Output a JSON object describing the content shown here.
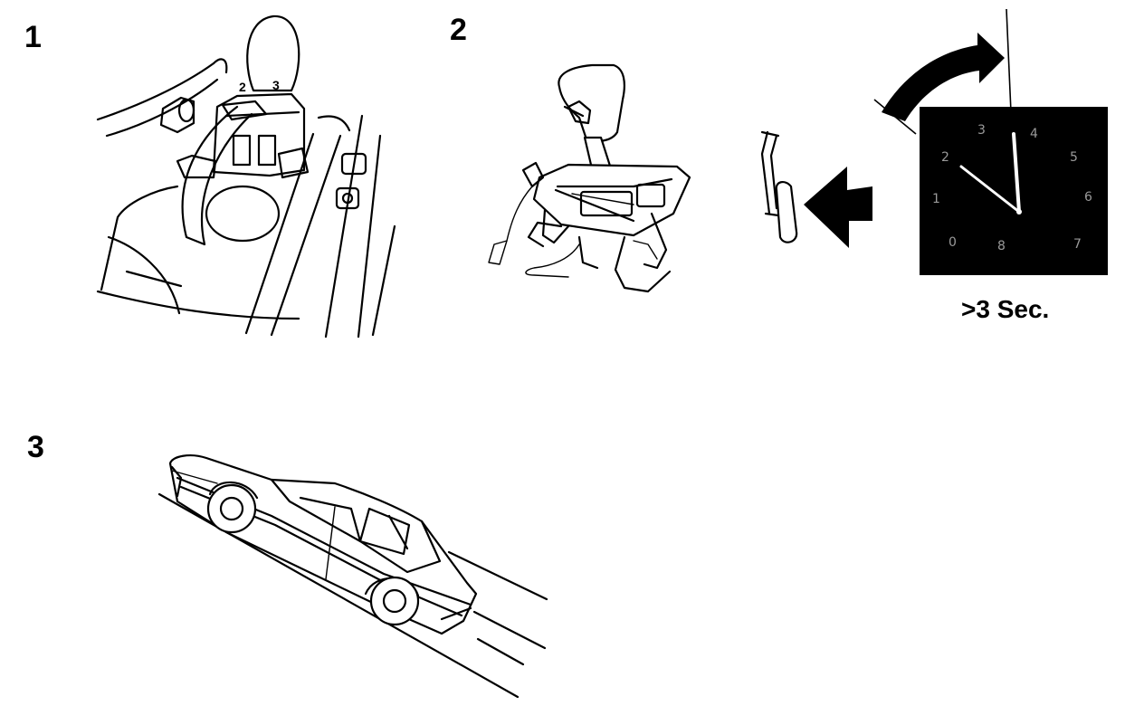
{
  "steps": [
    {
      "number": "1"
    },
    {
      "number": "2"
    },
    {
      "number": "3"
    }
  ],
  "selector_labels": [
    "2",
    "3"
  ],
  "timer": {
    "label": ">3 Sec.",
    "dial_numbers": [
      "3",
      "4",
      "2",
      "5",
      "1",
      "6",
      "0",
      "8",
      "7"
    ]
  },
  "colors": {
    "line": "#000000",
    "background": "#ffffff",
    "dial_face": "#000000"
  }
}
